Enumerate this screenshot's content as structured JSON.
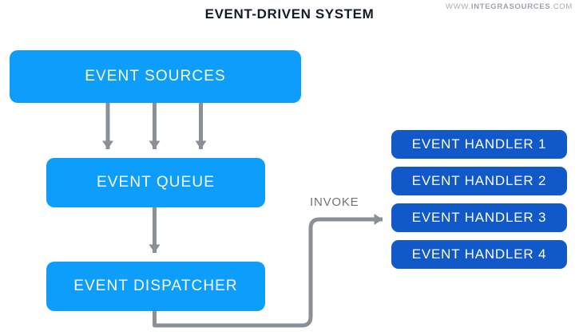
{
  "header": {
    "title": "EVENT-DRIVEN SYSTEM",
    "watermark_prefix": "WWW.",
    "watermark_brand": "INTEGRASOURCES",
    "watermark_suffix": ".COM"
  },
  "colors": {
    "light_blue": "#0d9dfb",
    "dark_blue": "#1158c9",
    "arrow_gray": "#8b9096",
    "title_navy": "#141c29",
    "label_gray": "#6f7479",
    "watermark_gray": "#a9adb4",
    "background": "#ffffff"
  },
  "pipeline": {
    "sources": {
      "label": "EVENT SOURCES"
    },
    "queue": {
      "label": "EVENT QUEUE"
    },
    "dispatcher": {
      "label": "EVENT DISPATCHER"
    }
  },
  "handlers": [
    {
      "label": "EVENT HANDLER 1"
    },
    {
      "label": "EVENT HANDLER 2"
    },
    {
      "label": "EVENT HANDLER 3"
    },
    {
      "label": "EVENT HANDLER 4"
    }
  ],
  "edges": {
    "invoke_label": "INVOKE",
    "sources_to_queue_count": 3,
    "queue_to_dispatcher_count": 1,
    "dispatcher_to_handlers_count": 1
  }
}
